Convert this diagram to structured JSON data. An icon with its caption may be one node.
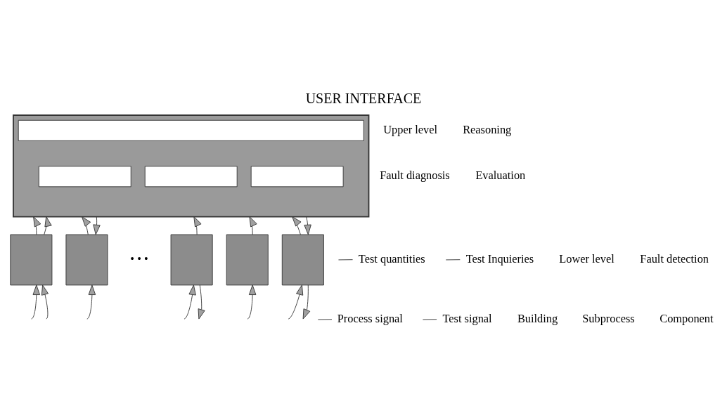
{
  "diagram": {
    "title": "USER INTERFACE",
    "nodes": [
      {
        "text": [],
        "shape": "box"
      },
      {
        "text": [],
        "shape": "box",
        "in": 0
      },
      {
        "text": [],
        "shape": "box",
        "in": 0
      },
      {
        "text": [],
        "shape": "box",
        "in": 0
      },
      {
        "text": [],
        "shape": "box",
        "in": 0
      },
      {
        "text": [],
        "shape": "box"
      },
      {
        "text": [],
        "shape": "box"
      },
      {
        "text": [],
        "shape": "box"
      },
      {
        "text": [],
        "shape": "box"
      },
      {
        "text": [],
        "shape": "box"
      },
      {
        "text": [
          "Test quantities"
        ]
      },
      {
        "text": [
          "Test Inquieries"
        ]
      },
      {
        "text": [
          "Process signal"
        ]
      },
      {
        "text": [
          "Test signal"
        ]
      }
    ],
    "edges": [
      {
        "from": 5,
        "to": 0,
        "arrow": "to"
      },
      {
        "from": 5,
        "to": 0,
        "arrow": "to"
      },
      {
        "from": 6,
        "to": 0,
        "arrow": "to"
      },
      {
        "from": 0,
        "to": 6,
        "arrow": "to"
      },
      {
        "from": 7,
        "to": 0,
        "arrow": "to"
      },
      {
        "from": 8,
        "to": 0,
        "arrow": "to"
      },
      {
        "from": 9,
        "to": 0,
        "arrow": "to"
      },
      {
        "from": 0,
        "to": 9,
        "arrow": "to"
      },
      {
        "from": null,
        "to": 5,
        "arrow": "to"
      },
      {
        "from": null,
        "to": 5,
        "arrow": "to"
      },
      {
        "from": null,
        "to": 6,
        "arrow": "to"
      },
      {
        "from": null,
        "to": 7,
        "arrow": "to"
      },
      {
        "from": 7,
        "to": null,
        "arrow": "to"
      },
      {
        "from": null,
        "to": 8,
        "arrow": "to"
      },
      {
        "from": null,
        "to": 9,
        "arrow": "to"
      },
      {
        "from": 9,
        "to": null,
        "arrow": "to"
      },
      {
        "from": 10,
        "to": null,
        "arrow": "none"
      },
      {
        "from": 11,
        "to": null,
        "arrow": "none"
      },
      {
        "from": 12,
        "to": null,
        "arrow": "none"
      },
      {
        "from": 13,
        "to": null,
        "arrow": "none"
      }
    ],
    "labels": [
      "Upper level",
      "Lower level",
      "Reasoning",
      "Fault diagnosis",
      "Evaluation",
      "Fault detection",
      "• • •",
      "Building",
      "Subprocess",
      "Component"
    ]
  }
}
